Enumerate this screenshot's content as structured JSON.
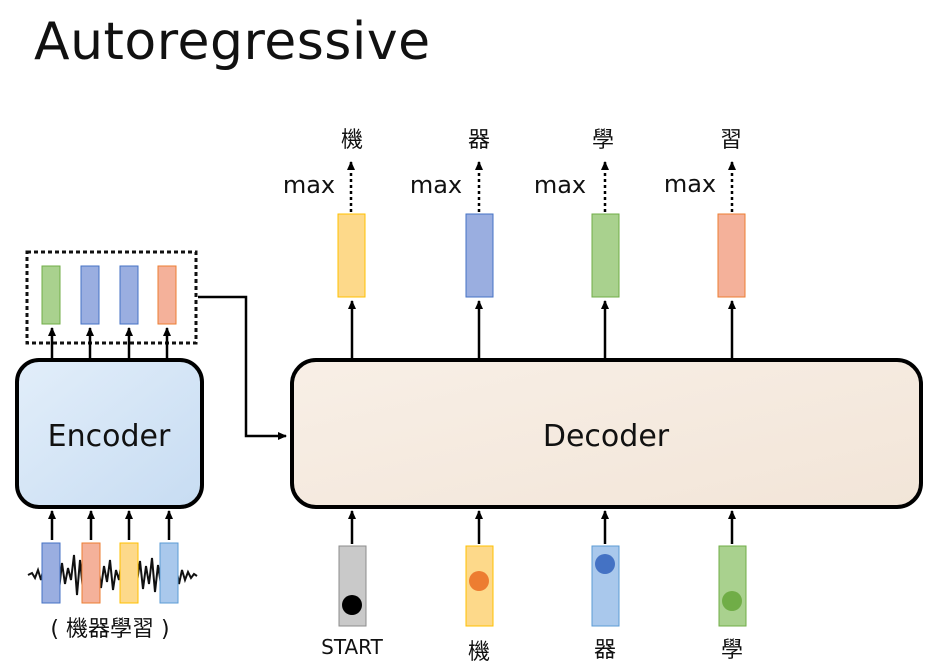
{
  "title": "Autoregressive",
  "encoder": {
    "label": "Encoder",
    "audio_caption": "( 機器學習 )"
  },
  "decoder": {
    "label": "Decoder",
    "max_labels": [
      "max",
      "max",
      "max",
      "max"
    ],
    "outputs": [
      "機",
      "器",
      "學",
      "習"
    ],
    "inputs": [
      "START",
      "機",
      "器",
      "學"
    ]
  },
  "colors": {
    "yellow": "#fdd98a",
    "blue": "#9aaee0",
    "green": "#a9d18e",
    "orange": "#f4b19a",
    "light_blue": "#a9c8ec",
    "gray": "#c9c9c9",
    "encoder_fill": "#d7e6f5",
    "decoder_fill": "#f6ece2"
  }
}
